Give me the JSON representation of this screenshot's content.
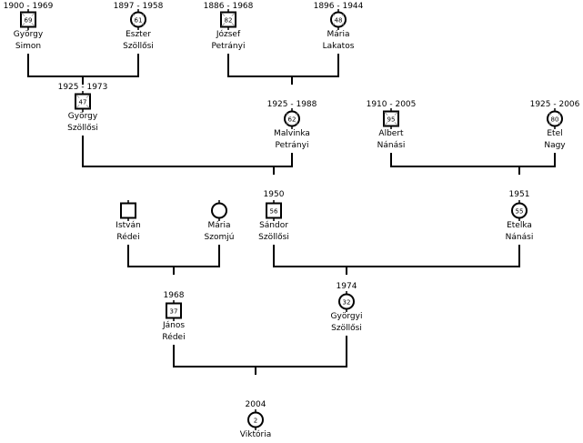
{
  "title": "Family tree of Viktória",
  "colors": {
    "line": "#000000",
    "background": "#ffffff",
    "deceased_cross": "#888888"
  },
  "people": [
    {
      "id": "gyorgy_simon",
      "first": "György",
      "last": "Simon",
      "years": "1900 - 1969",
      "age": "69",
      "sex": "male",
      "deceased": true
    },
    {
      "id": "eszter_szollosi",
      "first": "Eszter",
      "last": "Szöllősi",
      "years": "1897 - 1958",
      "age": "61",
      "sex": "female",
      "deceased": true
    },
    {
      "id": "jozsef_petranyi",
      "first": "József",
      "last": "Petrányi",
      "years": "1886 - 1968",
      "age": "82",
      "sex": "male",
      "deceased": true
    },
    {
      "id": "maria_lakatos",
      "first": "Mária",
      "last": "Lakatos",
      "years": "1896 - 1944",
      "age": "48",
      "sex": "female",
      "deceased": true
    },
    {
      "id": "gyorgy_szollosi",
      "first": "György",
      "last": "Szöllősi",
      "years": "1925 - 1973",
      "age": "47",
      "sex": "male",
      "deceased": true
    },
    {
      "id": "malvinka_petranyi",
      "first": "Malvinka",
      "last": "Petrányi",
      "years": "1925 - 1988",
      "age": "62",
      "sex": "female",
      "deceased": true
    },
    {
      "id": "albert_nanasi",
      "first": "Albert",
      "last": "Nánási",
      "years": "1910 - 2005",
      "age": "95",
      "sex": "male",
      "deceased": true
    },
    {
      "id": "etel_nagy",
      "first": "Etel",
      "last": "Nagy",
      "years": "1925 - 2006",
      "age": "80",
      "sex": "female",
      "deceased": true
    },
    {
      "id": "istvan_redei",
      "first": "István",
      "last": "Rédei",
      "years": "",
      "age": "",
      "sex": "male",
      "deceased": false
    },
    {
      "id": "maria_szomju",
      "first": "Mária",
      "last": "Szomjú",
      "years": "",
      "age": "",
      "sex": "female",
      "deceased": false
    },
    {
      "id": "sandor_szollosi",
      "first": "Sándor",
      "last": "Szöllősi",
      "years": "1950",
      "age": "56",
      "sex": "male",
      "deceased": false
    },
    {
      "id": "etelka_nanasi",
      "first": "Etelka",
      "last": "Nánási",
      "years": "1951",
      "age": "55",
      "sex": "female",
      "deceased": false
    },
    {
      "id": "janos_redei",
      "first": "János",
      "last": "Rédei",
      "years": "1968",
      "age": "37",
      "sex": "male",
      "deceased": false
    },
    {
      "id": "gyorgyi_szollosi",
      "first": "Györgyi",
      "last": "Szöllősi",
      "years": "1974",
      "age": "32",
      "sex": "female",
      "deceased": false
    },
    {
      "id": "viktoria",
      "first": "Viktória",
      "last": "",
      "years": "2004",
      "age": "2",
      "sex": "female",
      "deceased": false
    }
  ],
  "unions": [
    {
      "parents": [
        "gyorgy_simon",
        "eszter_szollosi"
      ],
      "child": "gyorgy_szollosi"
    },
    {
      "parents": [
        "jozsef_petranyi",
        "maria_lakatos"
      ],
      "child": "malvinka_petranyi"
    },
    {
      "parents": [
        "gyorgy_szollosi",
        "malvinka_petranyi"
      ],
      "child": "sandor_szollosi"
    },
    {
      "parents": [
        "albert_nanasi",
        "etel_nagy"
      ],
      "child": "etelka_nanasi"
    },
    {
      "parents": [
        "istvan_redei",
        "maria_szomju"
      ],
      "child": "janos_redei"
    },
    {
      "parents": [
        "sandor_szollosi",
        "etelka_nanasi"
      ],
      "child": "gyorgyi_szollosi"
    },
    {
      "parents": [
        "janos_redei",
        "gyorgyi_szollosi"
      ],
      "child": "viktoria"
    }
  ]
}
